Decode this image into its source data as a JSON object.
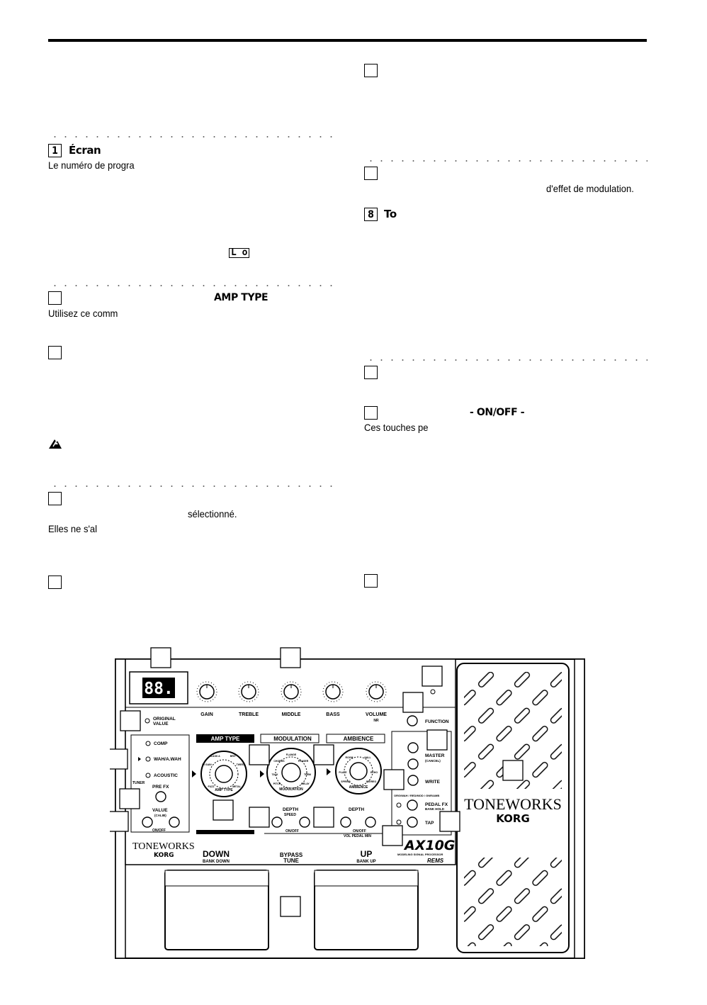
{
  "sections": {
    "ecran": {
      "number": "1",
      "title": "Écran",
      "text": "Le numéro de progra"
    },
    "lcd_indicator": "L o",
    "amp_type": {
      "label": "AMP TYPE",
      "text": "Utilisez ce comm"
    },
    "selected": {
      "text1": "sélectionné.",
      "text2": "Elles ne s'al"
    },
    "modulation": {
      "text": "d'effet de modulation."
    },
    "section8": {
      "number": "8",
      "title": "To"
    },
    "onoff": {
      "label": "- ON/OFF -",
      "text": "Ces touches pe"
    }
  },
  "device": {
    "display": "88.",
    "knobs": [
      "GAIN",
      "TREBLE",
      "MIDDLE",
      "BASS",
      "VOLUME"
    ],
    "volume_sub": "NR",
    "original_value": [
      "ORIGINAL",
      "VALUE"
    ],
    "prefx_items": [
      "COMP",
      "WAH/A.WAH",
      "ACOUSTIC"
    ],
    "tuner": "TUNER",
    "pre_fx": "PRE FX",
    "value": "VALUE",
    "value_sub": "(CALIB)",
    "on_off": "ON/OFF",
    "sections": [
      "AMP TYPE",
      "MODULATION",
      "AMBIENCE"
    ],
    "dial_labels": [
      "AMP TYPE",
      "MODULATION",
      "AMBIENCE"
    ],
    "amp_dial_ticks": [
      "FUZZ",
      "METAL",
      "HI GAIN",
      "TWEED",
      "CLASS A",
      "BRIT"
    ],
    "mod_dial_ticks": [
      "TALK",
      "PITCH",
      "CHORUS",
      "FLANGE",
      "PHASER",
      "TREM",
      "DELAY"
    ],
    "amb_dial_ticks": [
      "SPRING",
      "PLATE",
      "ROOM",
      "HALL",
      "ECHO",
      "STEREO"
    ],
    "depth": "DEPTH",
    "speed": "SPEED",
    "function": "FUNCTION",
    "master": "MASTER",
    "cancel": "(CANCEL)",
    "write": "WRITE",
    "pedal_assign": "ORG/WAH / RED/MOD / GNR/AMB",
    "pedal_fx": "PEDAL FX",
    "bank_hold": "BANK HOLD",
    "tap": "TAP",
    "vol_pedal_min": "VOL PEDAL MIN",
    "brand_tone": "TONEWORKS",
    "brand_korg": "KORG",
    "down": "DOWN",
    "bank_down": "BANK DOWN",
    "bypass": "BYPASS",
    "tune": "TUNE",
    "up": "UP",
    "bank_up": "BANK UP",
    "model": "AX10G",
    "model_sub": "MODELING SIGNAL PROCESSOR",
    "rems": "REMS"
  }
}
